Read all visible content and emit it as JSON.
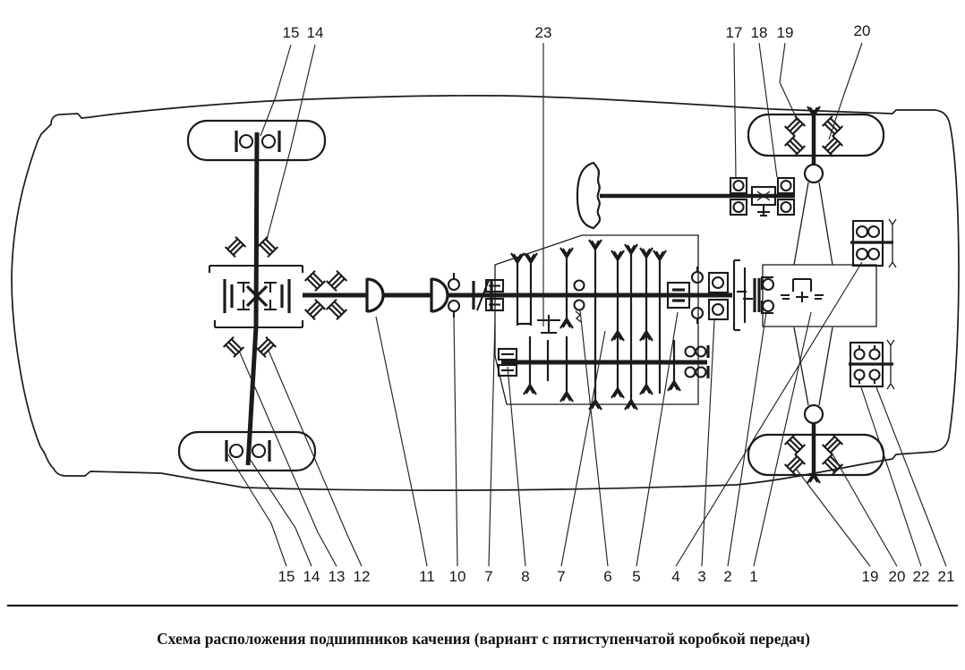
{
  "diagram": {
    "caption": "Схема расположения подшипников качения (вариант с пятиступенчатой коробкой передач)",
    "top_callouts": [
      "15",
      "14",
      "23",
      "17",
      "18",
      "19",
      "20"
    ],
    "bottom_callouts": [
      "15",
      "14",
      "13",
      "12",
      "11",
      "10",
      "7",
      "8",
      "7",
      "6",
      "5",
      "4",
      "3",
      "2",
      "1",
      "19",
      "20",
      "22",
      "21"
    ],
    "colors": {
      "ink": "#1b1b1b",
      "background": "#ffffff"
    }
  }
}
